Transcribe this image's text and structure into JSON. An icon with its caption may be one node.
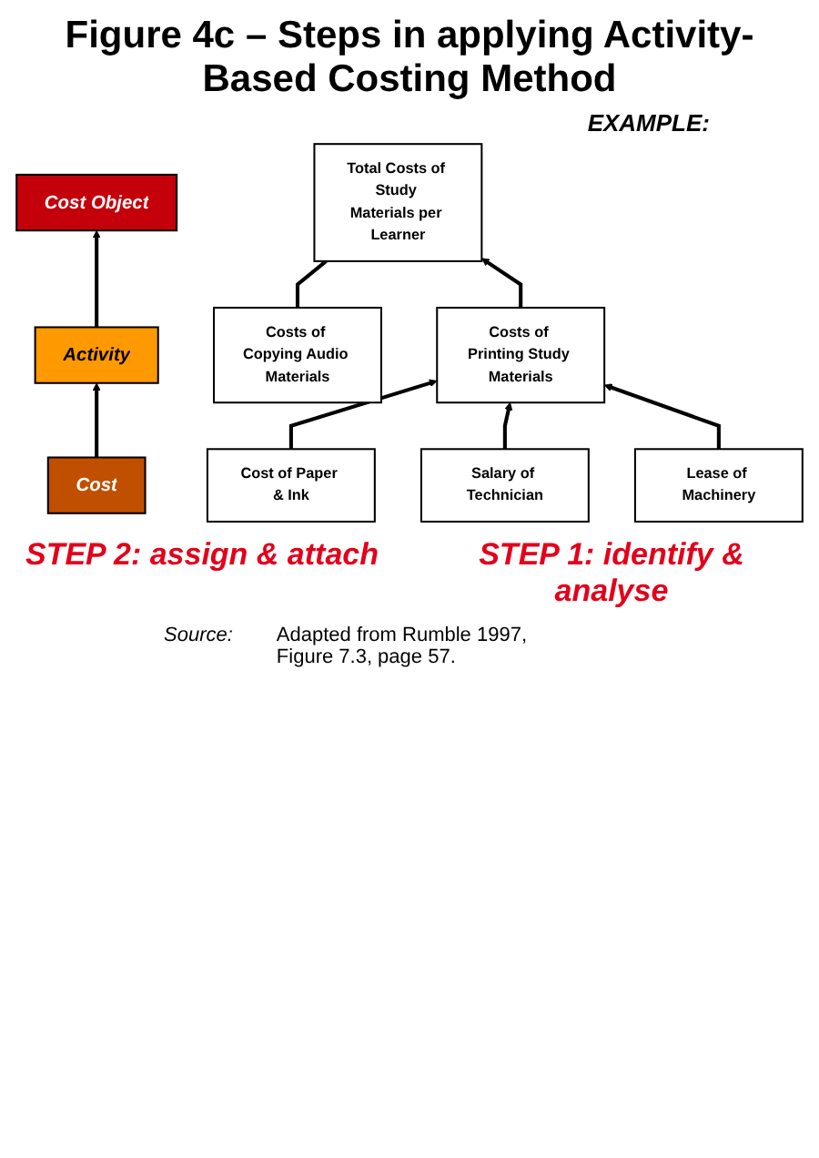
{
  "diagram": {
    "title": "Figure 4c – Steps in applying Activity-Based Costing Method",
    "nodes": [
      {
        "text": [
          "Cost Object"
        ]
      },
      {
        "text": [
          "Activity"
        ]
      },
      {
        "text": [
          "Cost"
        ]
      },
      {
        "text": [
          "Total Costs of Study Materials per Learner"
        ]
      },
      {
        "text": [
          "Costs of Copying Audio Materials"
        ]
      },
      {
        "text": [
          "Costs of Printing Study Materials"
        ]
      },
      {
        "text": [
          "Cost of Paper & Ink"
        ]
      },
      {
        "text": [
          "Salary of Technician"
        ]
      },
      {
        "text": [
          "Lease of Machinery"
        ]
      }
    ],
    "edges": [
      {
        "from": 2,
        "to": 1,
        "arrow": "to"
      },
      {
        "from": 1,
        "to": 0,
        "arrow": "to"
      },
      {
        "from": 4,
        "to": 3,
        "arrow": "none"
      },
      {
        "from": 5,
        "to": 3,
        "arrow": "to"
      },
      {
        "from": 6,
        "to": 5,
        "arrow": "to"
      },
      {
        "from": 7,
        "to": 5,
        "arrow": "to"
      },
      {
        "from": 8,
        "to": 5,
        "arrow": "to"
      }
    ],
    "labels": [
      "EXAMPLE:",
      "STEP 2: assign & attach",
      "STEP 1: identify & analyse",
      "Source:",
      "Adapted from Rumble 1997, Figure 7.3, page 57."
    ]
  }
}
